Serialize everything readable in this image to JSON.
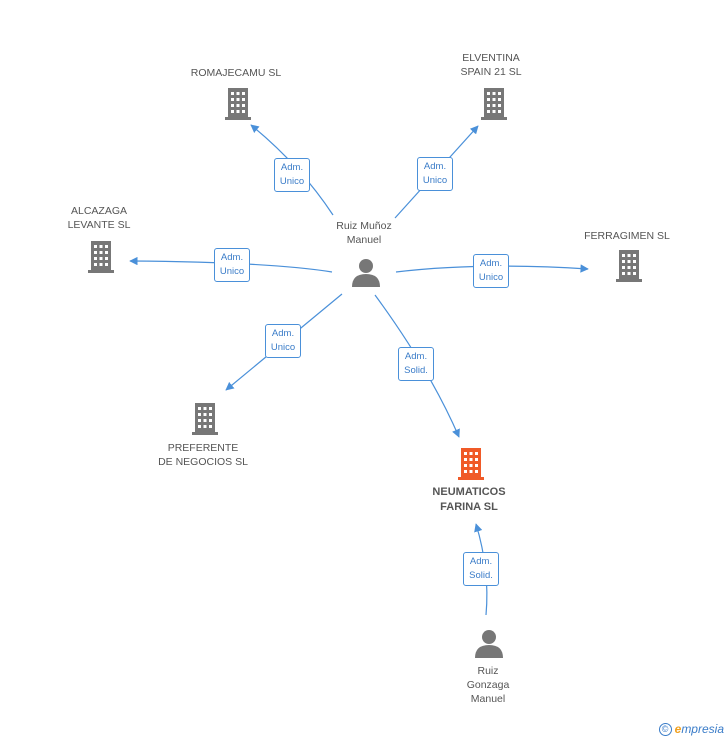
{
  "nodes": {
    "ruiz_munoz": {
      "label": "Ruiz Muñoz\nManuel",
      "type": "person"
    },
    "romajecamu": {
      "label": "ROMAJECAMU SL",
      "type": "company"
    },
    "elventina": {
      "label": "ELVENTINA\nSPAIN 21 SL",
      "type": "company"
    },
    "alcazaga": {
      "label": "ALCAZAGA\nLEVANTE SL",
      "type": "company"
    },
    "ferragimen": {
      "label": "FERRAGIMEN SL",
      "type": "company"
    },
    "preferente": {
      "label": "PREFERENTE\nDE NEGOCIOS SL",
      "type": "company"
    },
    "neumaticos": {
      "label": "NEUMATICOS\nFARINA SL",
      "type": "company-main"
    },
    "ruiz_gonzaga": {
      "label": "Ruiz\nGonzaga\nManuel",
      "type": "person"
    }
  },
  "edges": {
    "romajecamu": "Adm.\nUnico",
    "elventina": "Adm.\nUnico",
    "alcazaga": "Adm.\nUnico",
    "ferragimen": "Adm.\nUnico",
    "preferente": "Adm.\nUnico",
    "neumaticos": "Adm.\nSolid.",
    "gonzaga_neumaticos": "Adm.\nSolid."
  },
  "colors": {
    "edge": "#4a90d9",
    "company_icon": "#777777",
    "main_company_icon": "#f05a28",
    "person_icon": "#777777"
  },
  "footer": {
    "copyright_symbol": "©",
    "brand_e": "e",
    "brand_rest": "mpresia"
  }
}
